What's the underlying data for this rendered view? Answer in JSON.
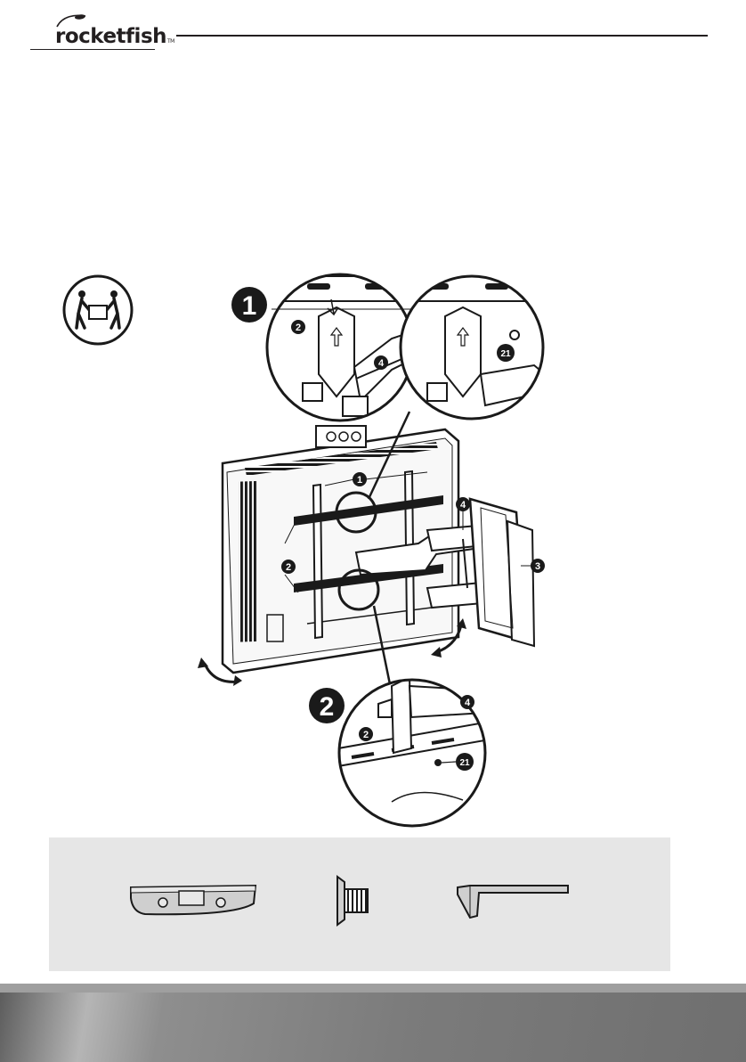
{
  "brand": {
    "name": "rocketfish",
    "tm": "TM"
  },
  "figure": {
    "step_labels": [
      "1",
      "2"
    ],
    "callouts": {
      "c1": "1",
      "c2_left": "2",
      "c2_topzoom": "2",
      "c2_botzoom": "2",
      "c3": "3",
      "c4_main": "4",
      "c4_topzoom": "4",
      "c4_botzoom": "4",
      "c21_top": "21",
      "c21_bot": "21"
    }
  },
  "tools": [
    "level-icon",
    "bolt-icon",
    "hex-key-icon"
  ],
  "colors": {
    "ink": "#231f20",
    "panel": "#e6e6e6",
    "footer": "#7b7b7b"
  }
}
